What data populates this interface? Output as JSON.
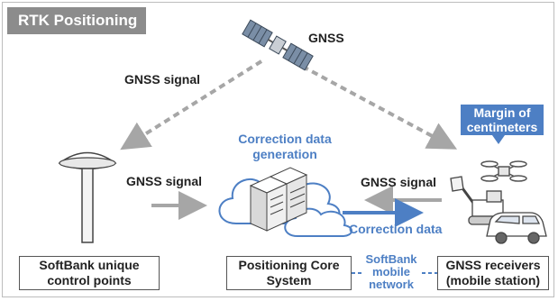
{
  "title": "RTK Positioning",
  "labels": {
    "gnss": "GNSS",
    "gnss_signal_left": "GNSS signal",
    "gnss_signal_mid": "GNSS signal",
    "gnss_signal_right": "GNSS signal",
    "correction_generation_line1": "Correction data",
    "correction_generation_line2": "generation",
    "correction_data": "Correction data",
    "margin_line1": "Margin of",
    "margin_line2": "centimeters",
    "network_line1": "SoftBank",
    "network_line2": "mobile",
    "network_line3": "network"
  },
  "boxes": {
    "control_points_line1": "SoftBank unique",
    "control_points_line2": "control points",
    "core_line1": "Positioning Core",
    "core_line2": "System",
    "receivers_line1": "GNSS receivers",
    "receivers_line2": "(mobile station)"
  },
  "colors": {
    "accent_blue": "#4d7fc4",
    "gray_arrow": "#a6a6a6",
    "title_bg": "#8c8c8c"
  },
  "icons": [
    "satellite-icon",
    "antenna-icon",
    "cloud-server-icon",
    "drone-icon",
    "excavator-icon",
    "car-icon"
  ]
}
